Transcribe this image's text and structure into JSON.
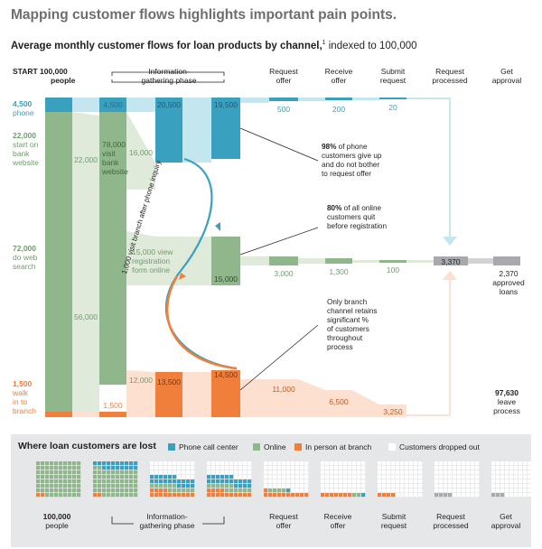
{
  "title": "Mapping customer flows highlights important pain points.",
  "subtitle": {
    "bold": "Average monthly customer flows for loan products by channel,",
    "sup": "1",
    "rest": " indexed to 100,000"
  },
  "headers": {
    "start_line1": "START 100,000",
    "start_line2": "people",
    "info_line1": "Information-",
    "info_line2": "gathering phase",
    "request_offer": [
      "Request",
      "offer"
    ],
    "receive_offer": [
      "Receive",
      "offer"
    ],
    "submit_request": [
      "Submit",
      "request"
    ],
    "request_processed": [
      "Request",
      "processed"
    ],
    "get_approval": [
      "Get",
      "approval"
    ]
  },
  "left_labels": {
    "phone_num": "4,500",
    "phone_text": "phone",
    "bank_num": "22,000",
    "bank_text": [
      "start on",
      "bank",
      "website"
    ],
    "web_num": "72,000",
    "web_text": [
      "do web",
      "search"
    ],
    "branch_num": "1,500",
    "branch_text": [
      "walk",
      "in to",
      "branch"
    ]
  },
  "flow_numbers": {
    "n4500": "4,500",
    "n22000": "22,000",
    "n78000": [
      "78,000",
      "visit",
      "bank",
      "website"
    ],
    "n16000": "16,000",
    "n56000": "56,000",
    "n12000": "12,000",
    "n1500": "1,500",
    "n15000_view": [
      "15,000 view",
      "registration",
      "form online"
    ],
    "n20500": "20,500",
    "n19500": "19,500",
    "n15000": "15,000",
    "n13500": "13,500",
    "n14500": "14,500",
    "phone_500": "500",
    "phone_200": "200",
    "phone_20": "20",
    "online_3000": "3,000",
    "online_1300": "1,300",
    "online_100": "100",
    "branch_11000": "11,000",
    "branch_6500": "6,500",
    "branch_3250": "3,250",
    "processed": "3,370",
    "curve_label": "1,000 visit branch after phone inquiry"
  },
  "annotations": {
    "phone_bold": "98%",
    "phone_rest": [
      "of phone",
      "customers give up",
      "and do not bother",
      "to request offer"
    ],
    "online_bold": "80%",
    "online_rest": [
      "of all online",
      "customers quit",
      "before registration"
    ],
    "branch_lines": [
      "Only branch",
      "channel retains",
      "significant %",
      "of customers",
      "throughout",
      "process"
    ]
  },
  "outcomes": {
    "approved_num": "2,370",
    "approved_text": [
      "approved",
      "loans"
    ],
    "leave_num": "97,630",
    "leave_text": [
      "leave",
      "process"
    ]
  },
  "bottom": {
    "title": "Where loan customers are lost",
    "legend": [
      {
        "label": "Phone call center",
        "color": "#3aa0c0"
      },
      {
        "label": "Online",
        "color": "#8fb78b"
      },
      {
        "label": "In person at branch",
        "color": "#f07f3c"
      },
      {
        "label": "Customers dropped out",
        "color": "#ffffff"
      }
    ],
    "labels": {
      "people": [
        "100,000",
        "people"
      ],
      "info": [
        "Information-",
        "gathering phase"
      ],
      "request_offer": [
        "Request",
        "offer"
      ],
      "receive_offer": [
        "Receive",
        "offer"
      ],
      "submit_request": [
        "Submit",
        "request"
      ],
      "request_processed": [
        "Request",
        "processed"
      ],
      "get_approval": [
        "Get",
        "approval"
      ]
    }
  },
  "colors": {
    "phone": "#3aa0c0",
    "phone_light": "#c4e6ee",
    "online": "#8fb78b",
    "online_light": "#dfeadb",
    "branch": "#f07f3c",
    "branch_light": "#fde0cf",
    "processed": "#a7a9ac"
  }
}
